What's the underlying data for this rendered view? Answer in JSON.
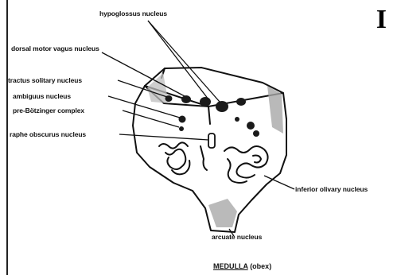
{
  "panel_letter": "I",
  "labels": {
    "hypoglossus": "hypoglossus nucleus",
    "dorsal_motor_vagus": "dorsal motor vagus nucleus",
    "tractus_solitary": "tractus solitary nucleus",
    "ambiguus": "ambiguus nucleus",
    "pre_botzinger": "pre-Bötzinger complex",
    "raphe_obscurus": "raphe obscurus nucleus",
    "inferior_olivary": "inferior olivary nucleus",
    "arcuate": "arcuate nucleus"
  },
  "caption": {
    "name": "MEDULLA",
    "sub": "(obex)"
  }
}
